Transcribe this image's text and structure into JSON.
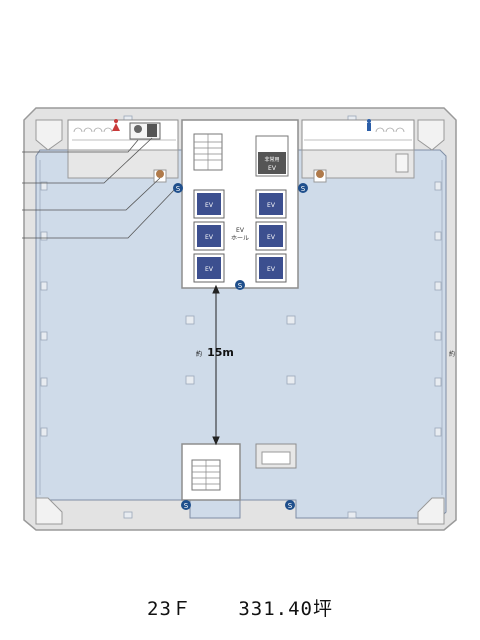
{
  "plan": {
    "floor_label": "23Ｆ",
    "area_label": "331.40坪",
    "distance_prefix": "約",
    "distance_value": "15m",
    "side_note": "約",
    "ev_label": "EV",
    "ev_hall_line1": "EV",
    "ev_hall_line2": "ホール",
    "service_ev_line1": "非常用",
    "service_ev_line2": "EV",
    "sprinkler_symbol": "S",
    "colors": {
      "office_floor": "#cfdbe9",
      "core": "#ffffff",
      "wall": "#8e8e8e",
      "elevator": "#3c4f8f",
      "sprinkler": "#1f4f8c"
    },
    "icons": {
      "female_restroom": "female-restroom-icon",
      "male_restroom": "male-restroom-icon",
      "plant": "plant-icon",
      "stairs": "stairs-icon"
    }
  }
}
